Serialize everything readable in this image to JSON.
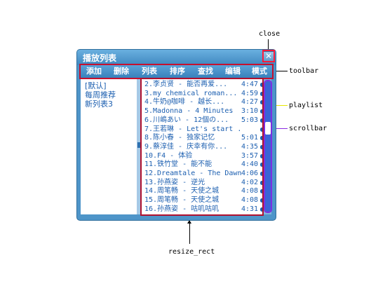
{
  "window": {
    "title": "播放列表",
    "close_glyph": "✕"
  },
  "toolbar": {
    "buttons": [
      "添加",
      "删除",
      "列表",
      "排序",
      "查找",
      "编辑",
      "模式"
    ]
  },
  "sidebar": {
    "items": [
      "[默认]",
      "每周推荐",
      "新列表3"
    ]
  },
  "playlist": {
    "rows": [
      {
        "title": "2.李贞贤 - 能否再爱...",
        "time": "4:47"
      },
      {
        "title": "3.my chemical roman...",
        "time": "4:59"
      },
      {
        "title": "4.牛奶@咖啡 - 越长...",
        "time": "4:27"
      },
      {
        "title": "5.Madonna - 4 Minutes",
        "time": "3:10"
      },
      {
        "title": "6.川嶋あい - 12個の...",
        "time": "5:03"
      },
      {
        "title": "7.王若琳 - Let's start ...",
        "time": ""
      },
      {
        "title": "8.陈小春 - 独家记忆",
        "time": "5:01"
      },
      {
        "title": "9.蔡淳佳 - 庆幸有你...",
        "time": "4:35"
      },
      {
        "title": "10.F4 - 体验",
        "time": "3:57"
      },
      {
        "title": "11.铁竹堂 - 能不能",
        "time": "4:40"
      },
      {
        "title": "12.Dreamtale - The Dawn",
        "time": "4:06"
      },
      {
        "title": "13.孙燕姿 - 逆光",
        "time": "4:02"
      },
      {
        "title": "14.周笔畅 - 天使之城",
        "time": "4:08"
      },
      {
        "title": "15.周笔畅 - 天使之城",
        "time": "4:08"
      },
      {
        "title": "16.孙燕姿 - 咕叽咕叽",
        "time": "4:31"
      }
    ]
  },
  "annotations": {
    "close": "close",
    "toolbar": "toolbar",
    "playlist": "playlist",
    "scrollbar": "scrollbar",
    "resize_rect": "resize_rect"
  },
  "colors": {
    "accent": "#3f88c0",
    "highlight": "#c6102e",
    "scrollbar": "#3a63d6",
    "text": "#1c5fb0"
  }
}
